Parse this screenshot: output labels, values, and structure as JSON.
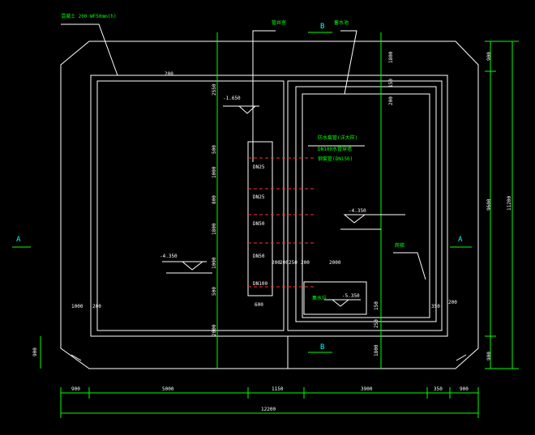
{
  "labels": {
    "wall": "混凝土 200 WF50mm(h)",
    "pipe_well": "管井室",
    "tank": "蓄水池",
    "note1": "防水套管(详大样)",
    "note2": "DN100水管穿墙",
    "note3": "钢套管(DN150)",
    "ladder": "爬梯",
    "sump": "集水坑"
  },
  "elevations": {
    "e1": "-1.650",
    "e2": "-4.350",
    "e3": "-4.350",
    "e4": "-5.350"
  },
  "pipes": {
    "p1": "DN25",
    "p2": "DN25",
    "p3": "DN50",
    "p4": "DN50",
    "p5": "DN100"
  },
  "sections": {
    "a": "A",
    "b": "B"
  },
  "dims_bottom": [
    "900",
    "5000",
    "1150",
    "3900",
    "350",
    "900"
  ],
  "dims_total": "12200",
  "dims_mid": [
    "200",
    "200",
    "250",
    "200",
    "2000",
    "600",
    "1000",
    "200"
  ],
  "dims_right": [
    "900",
    "9600",
    "900",
    "11200",
    "900"
  ],
  "dims_center": [
    "500",
    "1000",
    "800",
    "1800",
    "1000",
    "500",
    "2000",
    "2550"
  ],
  "dims_inner_right": [
    "1800",
    "150",
    "200",
    "150",
    "250",
    "1800",
    "200",
    "350"
  ]
}
